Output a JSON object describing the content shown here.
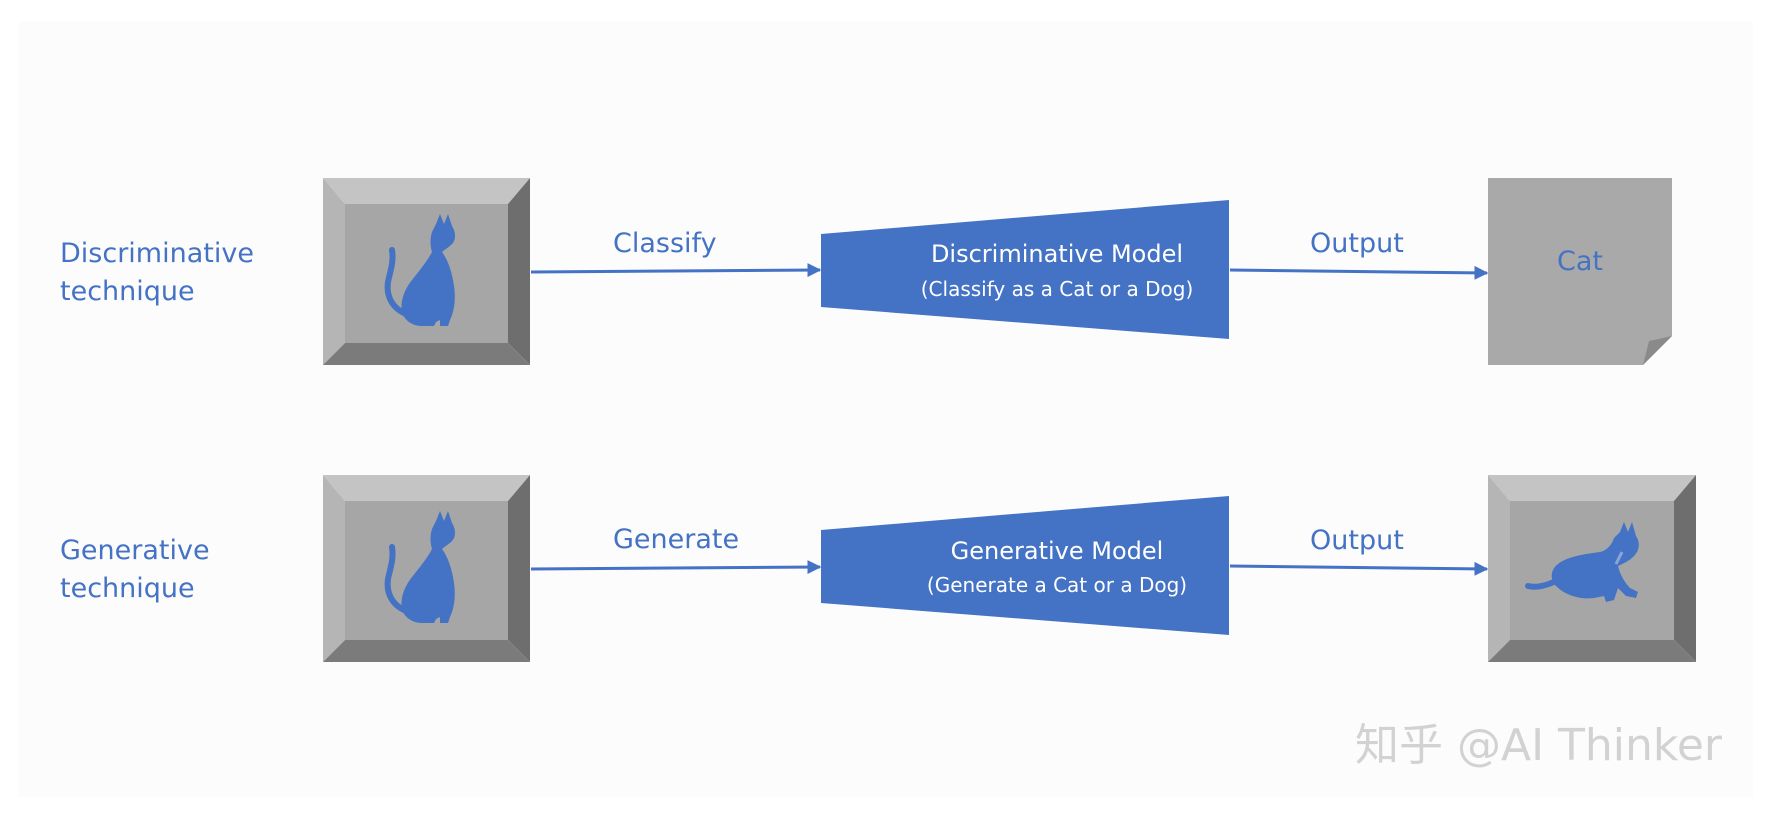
{
  "rows": [
    {
      "id": "discriminative",
      "technique_lines": [
        "Discriminative",
        "technique"
      ],
      "edge_label": "Classify",
      "model_title": "Discriminative Model",
      "model_subtitle": "(Classify as a Cat or a Dog)",
      "output_label": "Output",
      "output_text": "Cat",
      "output_kind": "text-document"
    },
    {
      "id": "generative",
      "technique_lines": [
        "Generative",
        "technique"
      ],
      "edge_label": "Generate",
      "model_title": "Generative Model",
      "model_subtitle": "(Generate a Cat or a Dog)",
      "output_label": "Output",
      "output_kind": "cat-image",
      "output_icon": "crouching-cat-icon"
    }
  ],
  "input_icon": "sitting-cat-icon",
  "watermark": "知乎 @AI Thinker",
  "colors": {
    "accent": "#4472c4",
    "tile_face": "#a6a6a6",
    "tile_bevel_light": "#c4c4c4",
    "tile_bevel_dark": "#6e6e6e",
    "doc_fill": "#a9a9a9",
    "background": "#fcfcfc"
  }
}
